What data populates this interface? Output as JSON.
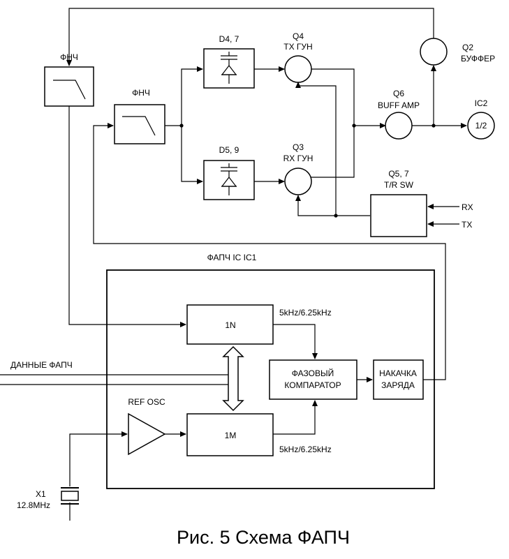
{
  "labels": {
    "lpf_left": "ФНЧ",
    "lpf_mid": "ФНЧ",
    "d47": "D4, 7",
    "d59": "D5, 9",
    "q4_name": "Q4",
    "q4_desc": "TX ГУН",
    "q3_name": "Q3",
    "q3_desc": "RX ГУН",
    "q2_name": "Q2",
    "q2_desc": "БУФФЕР",
    "q6_name": "Q6",
    "q6_desc": "BUFF AMP",
    "ic2_name": "IC2",
    "ic2_inner": "1/2",
    "q57_name": "Q5, 7",
    "q57_desc": "T/R SW",
    "rx": "RX",
    "tx": "TX",
    "pll_ic": "ФАПЧ IC IC1",
    "div_n": "1N",
    "div_m": "1M",
    "freq_top": "5kHz/6.25kHz",
    "freq_bottom": "5kHz/6.25kHz",
    "phase_comp_1": "ФАЗОВЫЙ",
    "phase_comp_2": "КОМПАРАТОР",
    "charge_pump_1": "НАКАЧКА",
    "charge_pump_2": "ЗАРЯДА",
    "pll_data": "ДАННЫЕ ФАПЧ",
    "ref_osc": "REF OSC",
    "x1_name": "X1",
    "x1_freq": "12.8MHz"
  },
  "caption": "Рис. 5   Схема ФАПЧ"
}
